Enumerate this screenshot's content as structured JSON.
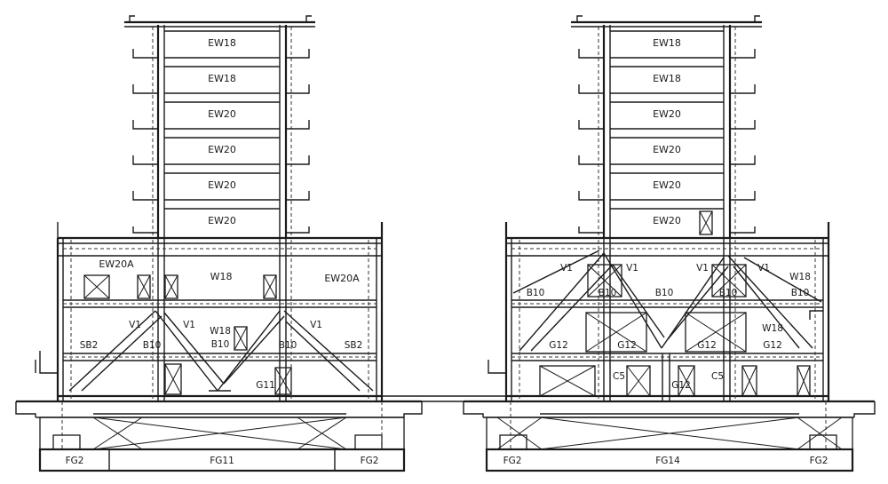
{
  "left": {
    "tower": [
      "EW18",
      "EW18",
      "EW20",
      "EW20",
      "EW20",
      "EW20"
    ],
    "upper": [
      "EW20A",
      "W18",
      "EW20A"
    ],
    "lower": [
      "V1",
      "V1",
      "V1",
      "SB2",
      "B10",
      "W18",
      "B10",
      "B10",
      "SB2"
    ],
    "ground": [
      "G11"
    ],
    "foundation": [
      "FG2",
      "FG11",
      "FG2"
    ]
  },
  "right": {
    "tower": [
      "EW18",
      "EW18",
      "EW20",
      "EW20",
      "EW20",
      "EW20"
    ],
    "upper": [
      "V1",
      "V1",
      "V1",
      "V1",
      "W18",
      "B10",
      "B10",
      "B10",
      "B10",
      "B10"
    ],
    "lower": [
      "G12",
      "G12",
      "G12",
      "W18",
      "G12"
    ],
    "ground": [
      "C5",
      "C5",
      "G12"
    ],
    "foundation": [
      "FG2",
      "FG14",
      "FG2"
    ]
  }
}
